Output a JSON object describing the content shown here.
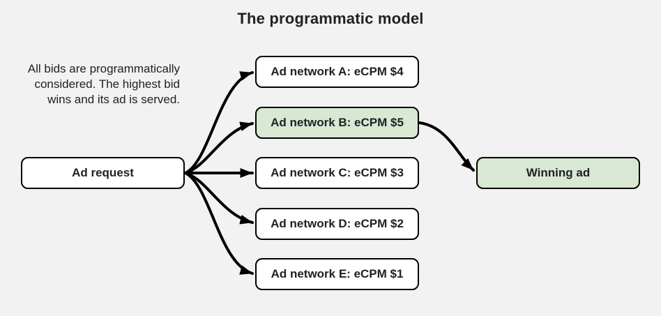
{
  "title": "The programmatic model",
  "description": {
    "line1": "All bids are programmatically",
    "line2": "considered. The highest bid",
    "line3": "wins and its ad is served."
  },
  "nodes": {
    "ad_request": "Ad request",
    "network_a": "Ad network A: eCPM $4",
    "network_b": "Ad network B: eCPM $5",
    "network_c": "Ad network C: eCPM $3",
    "network_d": "Ad network D: eCPM $2",
    "network_e": "Ad network E: eCPM $1",
    "winning_ad": "Winning ad"
  },
  "colors": {
    "background": "#f2f2f2",
    "node_fill": "#ffffff",
    "highlight_fill": "#d8e8d2",
    "node_border": "#000000",
    "arrow": "#000000",
    "text": "#202124"
  }
}
